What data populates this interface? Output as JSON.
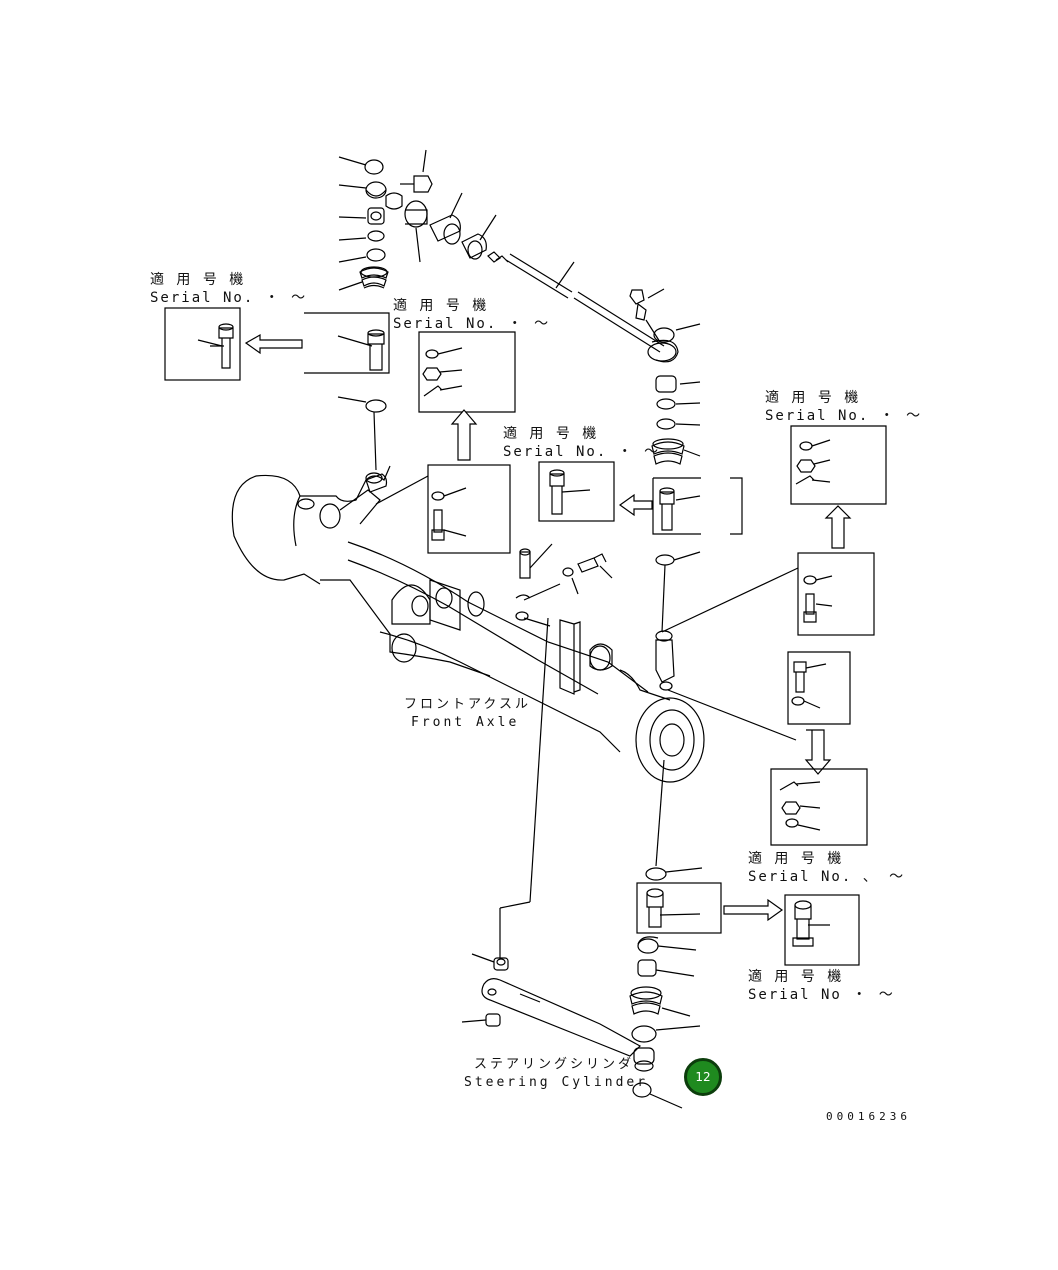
{
  "labels": {
    "serial_jp": "適 用 号 機",
    "serial_en_1": "Serial No.  ・ ～",
    "serial_en_2": "Serial No.  ・ ～",
    "serial_en_3": "Serial No.  ・ ～",
    "serial_en_4": "Serial No.  ・ ～",
    "serial_en_5": "Serial No.  、 ～",
    "serial_en_6": "Serial No  ・ ～",
    "front_axle_jp": "フロントアクスル",
    "front_axle_en": "Front Axle",
    "steering_jp": "ステアリングシリンダ",
    "steering_en": "Steering Cylinder"
  },
  "badge": {
    "number": "12",
    "color": "#1f8a1f"
  },
  "doc_number": "00016236",
  "colors": {
    "line": "#000000",
    "badge": "#1f8a1f"
  }
}
